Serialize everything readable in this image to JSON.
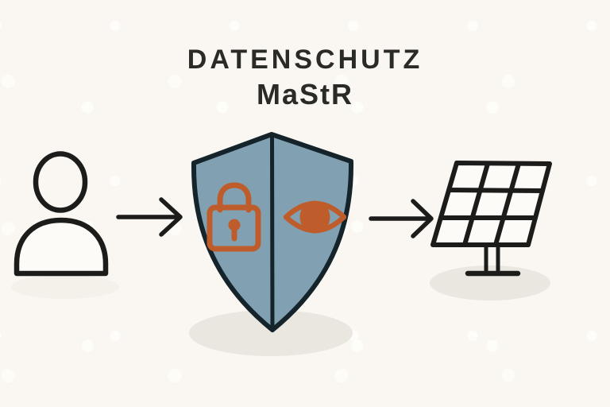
{
  "title": {
    "line1": "DATENSCHUTZ",
    "line2": "MaStR"
  },
  "diagram": {
    "sequence": [
      "person",
      "privacy-shield",
      "solar-panel"
    ],
    "icons": {
      "person": "person-icon",
      "arrow_1": "arrow-right-icon",
      "shield": "shield-icon",
      "lock": "lock-icon",
      "eye": "eye-icon",
      "arrow_2": "arrow-right-icon",
      "solar_panel": "solar-panel-icon"
    }
  },
  "colors": {
    "background": "#FAF7F2",
    "title_text": "#2A2A27",
    "outline": "#1C1C1A",
    "shield_fill": "#81A1B3",
    "shield_outline": "#15232B",
    "accent_orange": "#BE5D2B",
    "icon_fill": "#FDFBF7",
    "shadow": "#EAE6E0",
    "shadow_light": "#F4F0EA"
  }
}
